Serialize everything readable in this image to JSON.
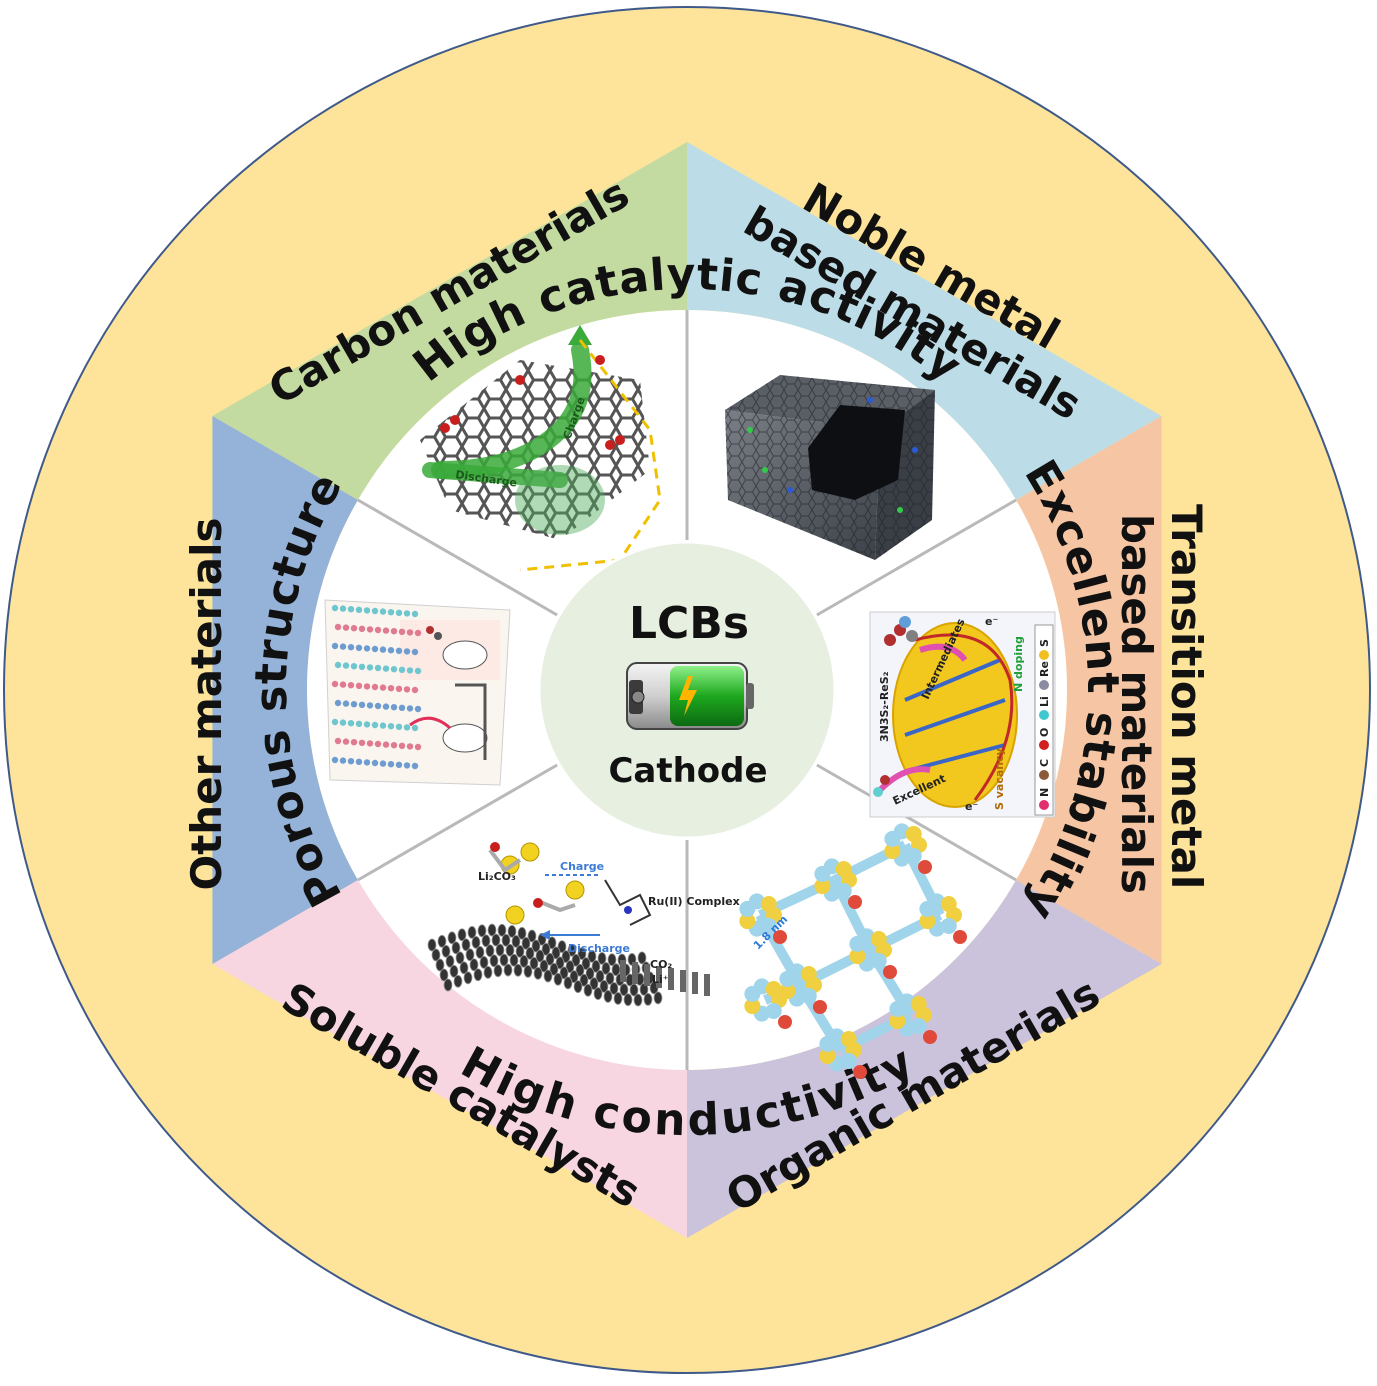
{
  "outer_ring": {
    "top": "High catalytic activity",
    "right": "Excellent stability",
    "bottom": "High conductivity",
    "left": "Porous structure"
  },
  "segments": [
    {
      "label_lines": [
        "Carbon materials"
      ],
      "color": "#c3dba0"
    },
    {
      "label_lines": [
        "Noble metal",
        "based materials"
      ],
      "color": "#bcdde8"
    },
    {
      "label_lines": [
        "Transition metal",
        "based materials"
      ],
      "color": "#f6c6a4"
    },
    {
      "label_lines": [
        "Organic materials"
      ],
      "color": "#cbc2dc"
    },
    {
      "label_lines": [
        "Soluble catalysts"
      ],
      "color": "#f7d6e2"
    },
    {
      "label_lines": [
        "Other materials"
      ],
      "color": "#95b3d9"
    }
  ],
  "center": {
    "title": "LCBs",
    "subtitle": "Cathode"
  },
  "illustrations": {
    "carbon": {
      "discharge": "Discharge",
      "charge": "Charge"
    },
    "transition": {
      "material": "3N3S₂-ReS₂",
      "intermediates": "Intermediates",
      "excellent": "Excellent",
      "vacancy": "S vacancy",
      "doping": "N doping",
      "electron": "e⁻",
      "legend": [
        "N",
        "C",
        "O",
        "Li",
        "Re",
        "S"
      ]
    },
    "soluble": {
      "charge": "Charge",
      "discharge": "Discharge",
      "complex": "Ru(II) Complex",
      "li2co3": "Li₂CO₃",
      "co2": "CO₂",
      "li": "Li⁺"
    },
    "organic": {
      "size": "1.8 nm"
    }
  },
  "colors": {
    "outer_ring": "#fde49a",
    "outer_stroke": "#3f5a8a",
    "inner_circle": "#ffffff",
    "center_fill": "#e6efe0",
    "divider": "#b9b9b9"
  }
}
